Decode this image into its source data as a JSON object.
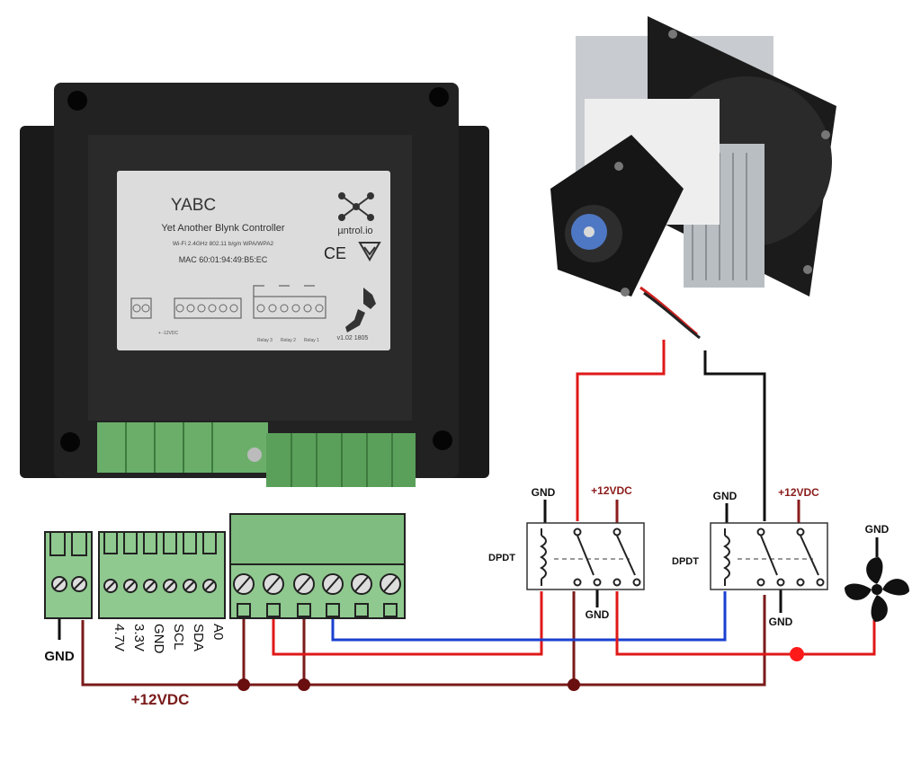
{
  "controller": {
    "title": "YABC",
    "subtitle": "Yet Another Blynk Controller",
    "wifi": "Wi-Fi 2.4GHz 802.11 b/g/n WPA/WPA2",
    "mac": "MAC 60:01:94:49:B5:EC",
    "brand": "µntrol.io",
    "ce_mark": "CE",
    "version": "v1.02 1805",
    "port_12v": "+ -12VDC",
    "relay_labels": [
      "Relay 3",
      "Relay 2",
      "Relay 1"
    ]
  },
  "terminals": {
    "gnd_label": "GND",
    "pins": [
      "4.7V",
      "3.3V",
      "GND",
      "SCL",
      "SDA",
      "A0"
    ]
  },
  "relays": [
    {
      "type": "DPDT",
      "gnd_top": "GND",
      "vdc_top": "+12VDC",
      "gnd_bottom": "GND"
    },
    {
      "type": "DPDT",
      "gnd_top": "GND",
      "vdc_top": "+12VDC",
      "gnd_bottom": "GND"
    }
  ],
  "fan": {
    "gnd_label": "GND"
  },
  "bus_label": "+12VDC",
  "colors": {
    "bus": "#7a1a1a",
    "red_wire": "#e01818",
    "blue_wire": "#1a3fd0",
    "black_wire": "#111111",
    "terminal_green": "#8fc98f",
    "device_body": "#1e1e1e"
  }
}
